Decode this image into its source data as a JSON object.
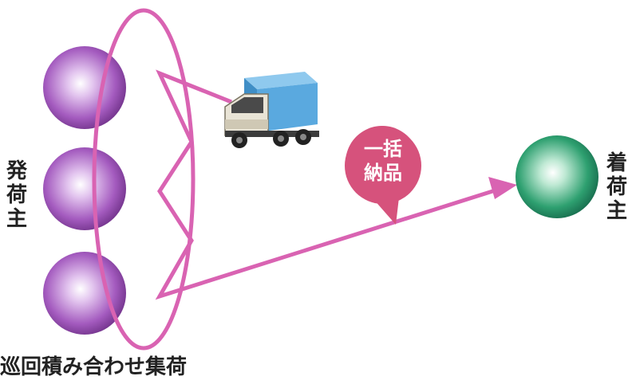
{
  "labels": {
    "shipper": "発\n荷\n主",
    "consignee": "着\n荷\n主",
    "bubble": "一括\n納品",
    "caption": "巡回積み合わせ集荷"
  },
  "colors": {
    "shipper_sphere": "#a45bbf",
    "consignee_sphere": "#2ea070",
    "line": "#d963b2",
    "bubble": "#d6527c",
    "truck_cargo": "#5aa9df",
    "text": "#222222"
  },
  "icons": [
    "truck-icon"
  ]
}
